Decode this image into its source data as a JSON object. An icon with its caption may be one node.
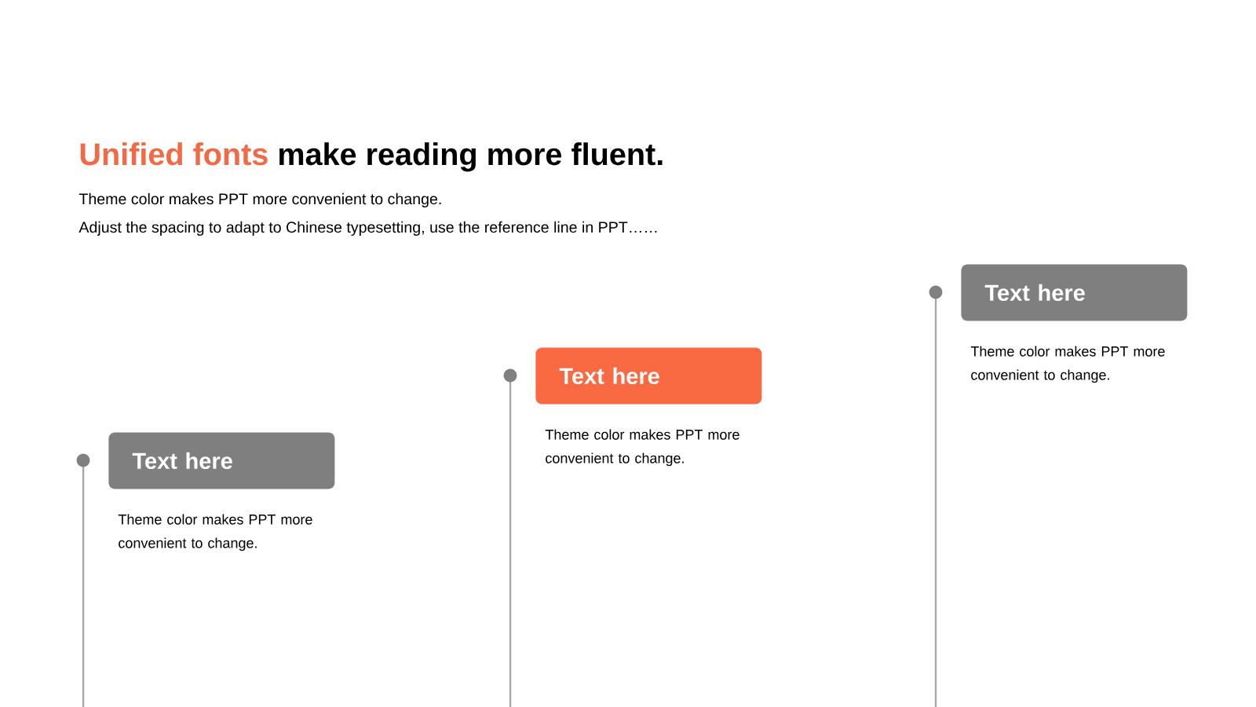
{
  "diagram": {
    "title": "Unified fonts make reading more fluent.",
    "nodes": [
      {
        "text": [
          "Text here"
        ],
        "beside": [
          "Theme color makes PPT more convenient to change."
        ]
      },
      {
        "text": [
          "Text here"
        ],
        "beside": [
          "Theme color makes PPT more convenient to change."
        ]
      },
      {
        "text": [
          "Text here"
        ],
        "beside": [
          "Theme color makes PPT more convenient to change."
        ]
      }
    ],
    "labels": [
      "Theme color makes PPT more convenient to change.",
      "Adjust the spacing to adapt to Chinese typesetting, use the reference line in PPT……"
    ]
  }
}
